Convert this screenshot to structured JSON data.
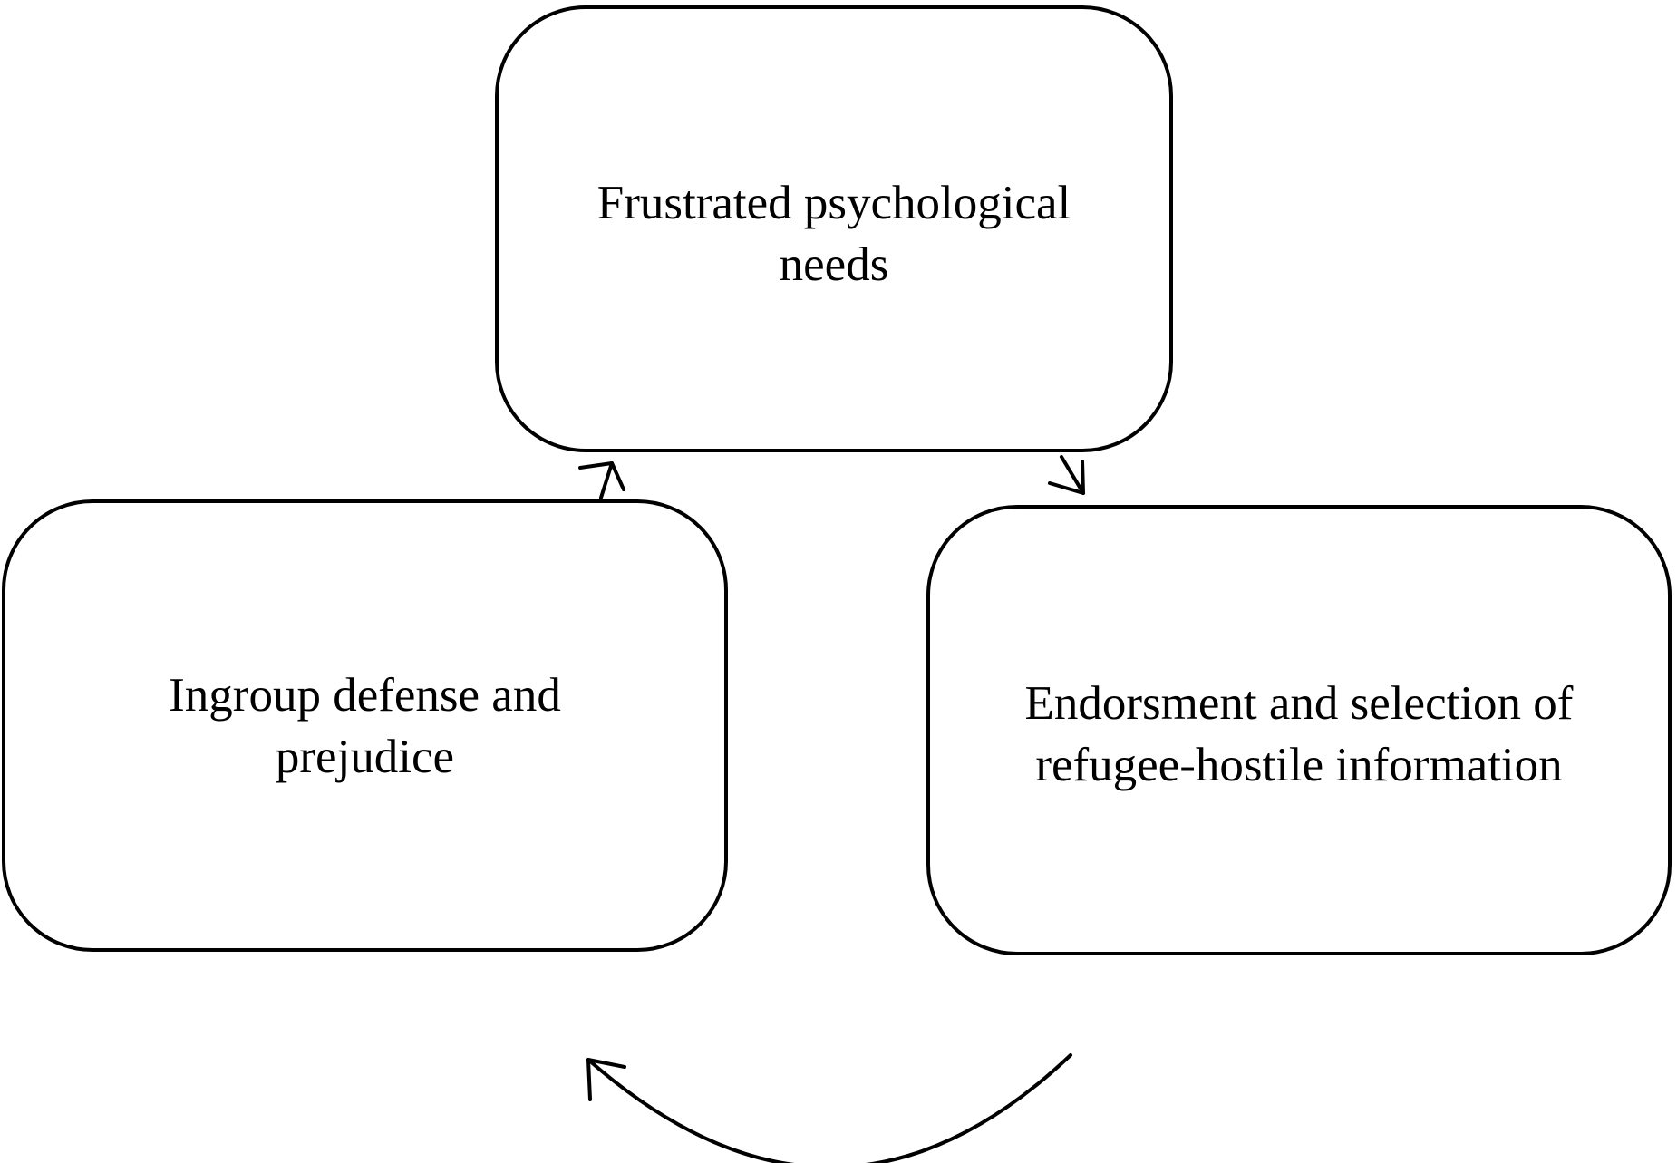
{
  "diagram": {
    "nodes": [
      {
        "id": "frustrated-needs",
        "label": "Frustrated psychological\nneeds"
      },
      {
        "id": "ingroup-defense",
        "label": "Ingroup defense and\nprejudice"
      },
      {
        "id": "endorsement",
        "label": "Endorsment and selection of\nrefugee-hostile information"
      }
    ],
    "edges": [
      {
        "from": "ingroup-defense",
        "to": "frustrated-needs"
      },
      {
        "from": "frustrated-needs",
        "to": "endorsement"
      },
      {
        "from": "endorsement",
        "to": "ingroup-defense"
      }
    ],
    "colors": {
      "stroke": "#000000",
      "background": "#ffffff"
    }
  }
}
